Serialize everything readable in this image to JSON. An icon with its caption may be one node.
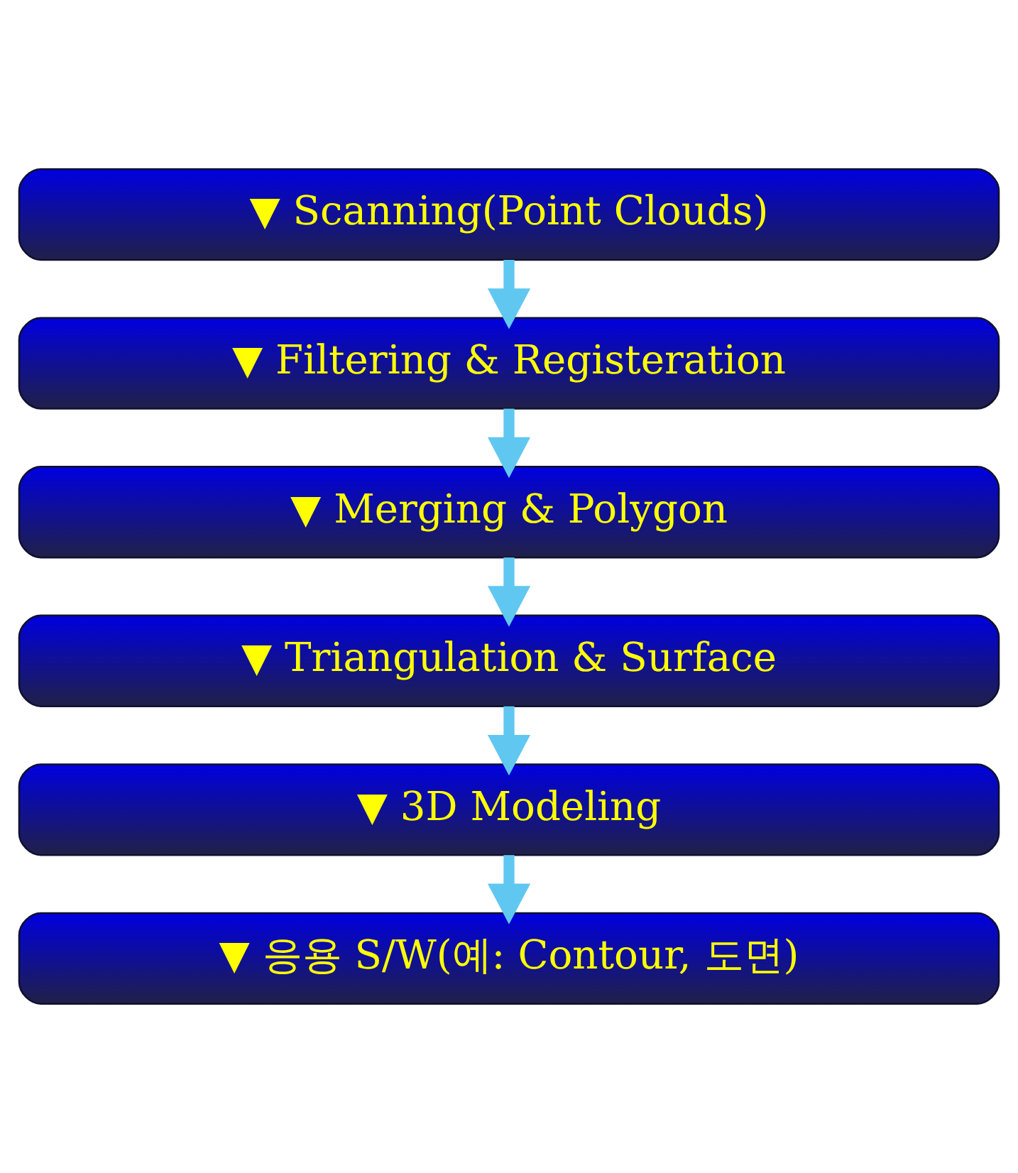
{
  "diagram": {
    "nodes": [
      {
        "text": [
          "▼ Scanning(Point Clouds)"
        ]
      },
      {
        "text": [
          "▼ Filtering & Registeration"
        ]
      },
      {
        "text": [
          "▼ Merging & Polygon"
        ]
      },
      {
        "text": [
          "▼ Triangulation & Surface"
        ]
      },
      {
        "text": [
          "▼ 3D Modeling"
        ]
      },
      {
        "text": [
          "▼ 응용 S/W(예: Contour, 도면)"
        ]
      }
    ],
    "edges": [
      {
        "from": 0,
        "to": 1,
        "arrow": "to"
      },
      {
        "from": 1,
        "to": 2,
        "arrow": "to"
      },
      {
        "from": 2,
        "to": 3,
        "arrow": "to"
      },
      {
        "from": 3,
        "to": 4,
        "arrow": "to"
      },
      {
        "from": 4,
        "to": 5,
        "arrow": "to"
      }
    ]
  }
}
